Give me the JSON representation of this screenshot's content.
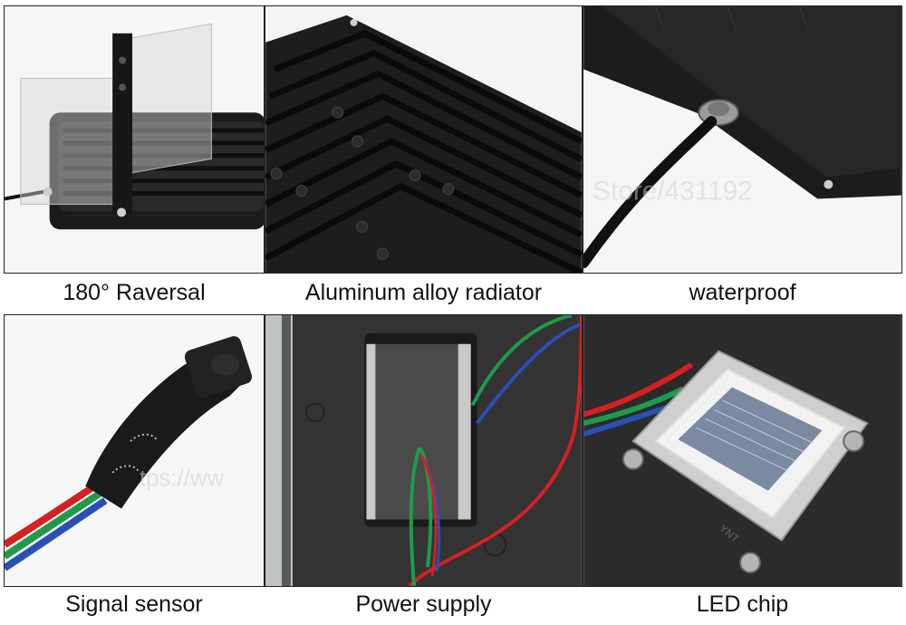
{
  "captions": {
    "rotation": "180° Raversal",
    "radiator": "Aluminum alloy radiator",
    "waterproof": "waterproof",
    "sensor": "Signal sensor",
    "power": "Power supply",
    "chip": "LED chip"
  },
  "watermarks": {
    "store": "Store/431192",
    "url": "tps://ww"
  },
  "chip_marking": "YNT",
  "colors": {
    "panel_border": "#222222",
    "housing_black": "#1a1a1a",
    "wire_red": "#d62020",
    "wire_green": "#1f9a4a",
    "wire_blue": "#2a4fb5",
    "chip_glass": "#7a8aa0"
  }
}
